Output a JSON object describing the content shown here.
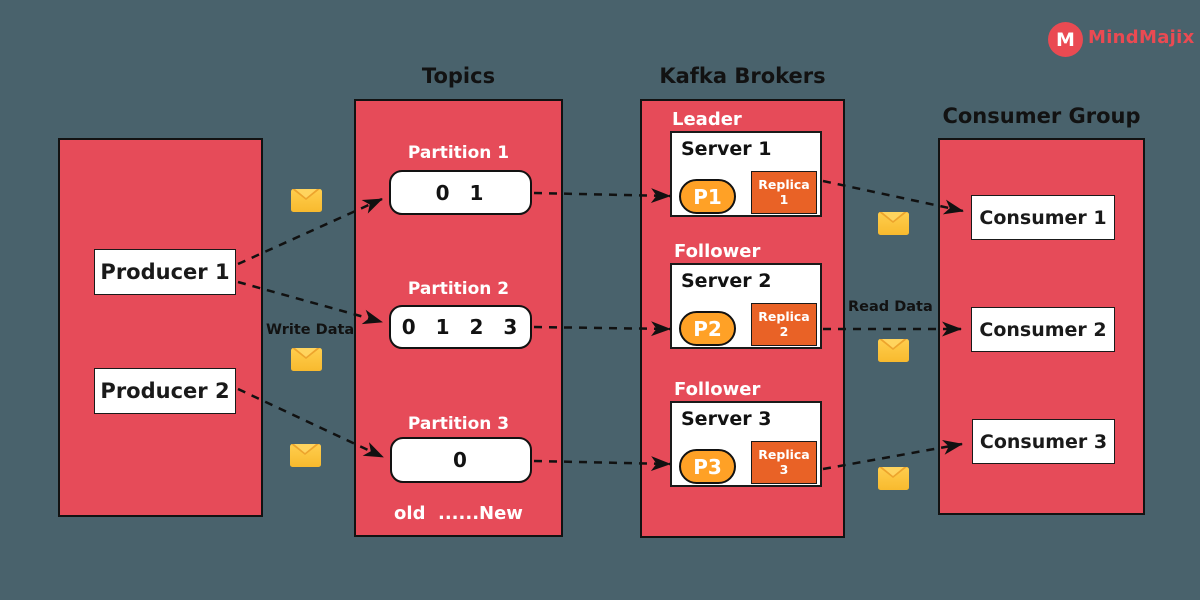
{
  "colors": {
    "background": "#49626c",
    "box_red": "#e64b59",
    "partition_pill_orange": "#ffa126",
    "replica_orange": "#e96226",
    "envelope_yellow": "#f8ba2e",
    "logo_red": "#ea4a52",
    "arrow_black": "#111111"
  },
  "logo": {
    "brand": "MindMajix",
    "monogram": "M"
  },
  "producers": {
    "items": [
      {
        "label": "Producer 1"
      },
      {
        "label": "Producer 2"
      }
    ]
  },
  "flow_labels": {
    "write": "Write Data",
    "read": "Read Data"
  },
  "topics": {
    "title": "Topics",
    "partitions": [
      {
        "label": "Partition 1",
        "offsets": "0 1"
      },
      {
        "label": "Partition 2",
        "offsets": "0 1 2 3"
      },
      {
        "label": "Partition 3",
        "offsets": "0"
      }
    ],
    "footer": "old  ......New"
  },
  "brokers": {
    "title": "Kafka Brokers",
    "servers": [
      {
        "role": "Leader",
        "name": "Server 1",
        "partition": "P1",
        "replica_word": "Replica",
        "replica_num": "1"
      },
      {
        "role": "Follower",
        "name": "Server 2",
        "partition": "P2",
        "replica_word": "Replica",
        "replica_num": "2"
      },
      {
        "role": "Follower",
        "name": "Server 3",
        "partition": "P3",
        "replica_word": "Replica",
        "replica_num": "3"
      }
    ]
  },
  "consumer_group": {
    "title": "Consumer Group",
    "items": [
      {
        "label": "Consumer 1"
      },
      {
        "label": "Consumer 2"
      },
      {
        "label": "Consumer 3"
      }
    ]
  }
}
